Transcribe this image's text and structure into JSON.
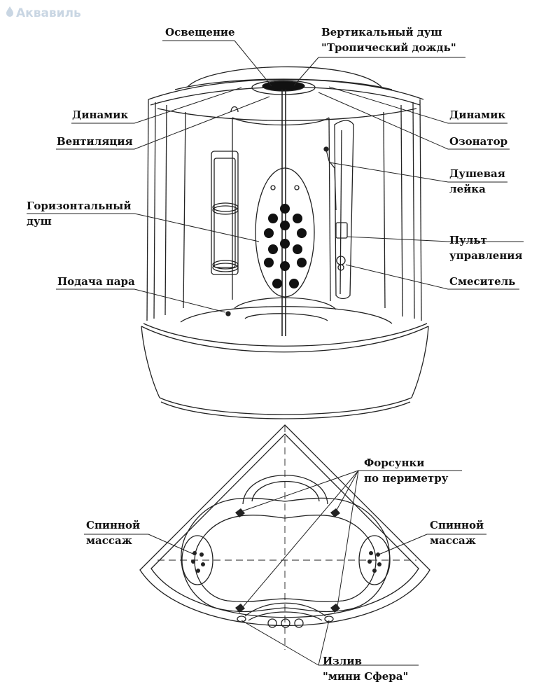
{
  "watermark": "Аквавиль",
  "labels": {
    "lighting": "Освещение",
    "vertical_shower_1": "Вертикальный душ",
    "vertical_shower_2": "\"Тропический дождь\"",
    "speaker_left": "Динамик",
    "speaker_right": "Динамик",
    "ventilation": "Вентиляция",
    "ozonator": "Озонатор",
    "hand_shower_1": "Душевая",
    "hand_shower_2": "лейка",
    "horizontal_shower_1": "Горизонтальный",
    "horizontal_shower_2": "душ",
    "control_panel_1": "Пульт",
    "control_panel_2": "управления",
    "steam_supply": "Подача пара",
    "mixer": "Смеситель",
    "nozzles_1": "Форсунки",
    "nozzles_2": "по периметру",
    "back_massage_left_1": "Спинной",
    "back_massage_left_2": "массаж",
    "back_massage_right_1": "Спинной",
    "back_massage_right_2": "массаж",
    "spout_1": "Излив",
    "spout_2": "\"мини Сфера\""
  }
}
